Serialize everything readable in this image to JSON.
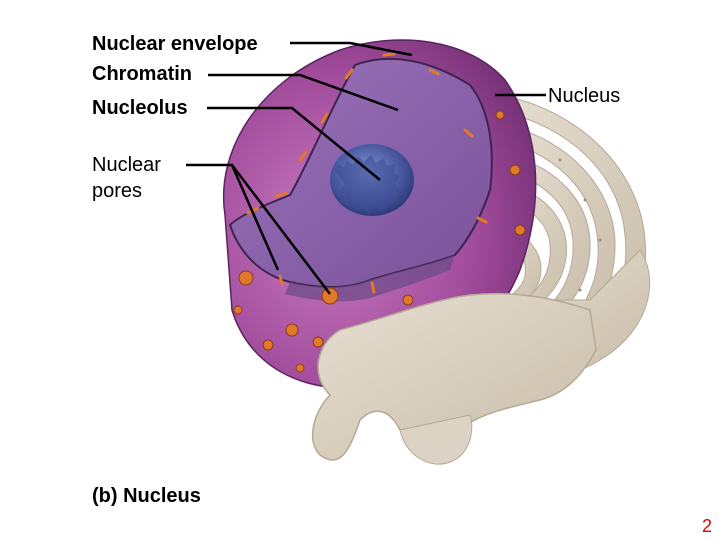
{
  "labels": {
    "nuclear_envelope": "Nuclear envelope",
    "chromatin": "Chromatin",
    "nucleolus": "Nucleolus",
    "nuclear_pores": "Nuclear pores",
    "nucleus": "Nucleus"
  },
  "caption": "(b) Nucleus",
  "page_number": "2",
  "colors": {
    "nucleoplasm": "#8a5aa8",
    "envelope": "#a04a9a",
    "nucleolus": "#4a5aa0",
    "er": "#d9cfc0",
    "pore": "#e07a2a",
    "page_number": "#e00000"
  }
}
